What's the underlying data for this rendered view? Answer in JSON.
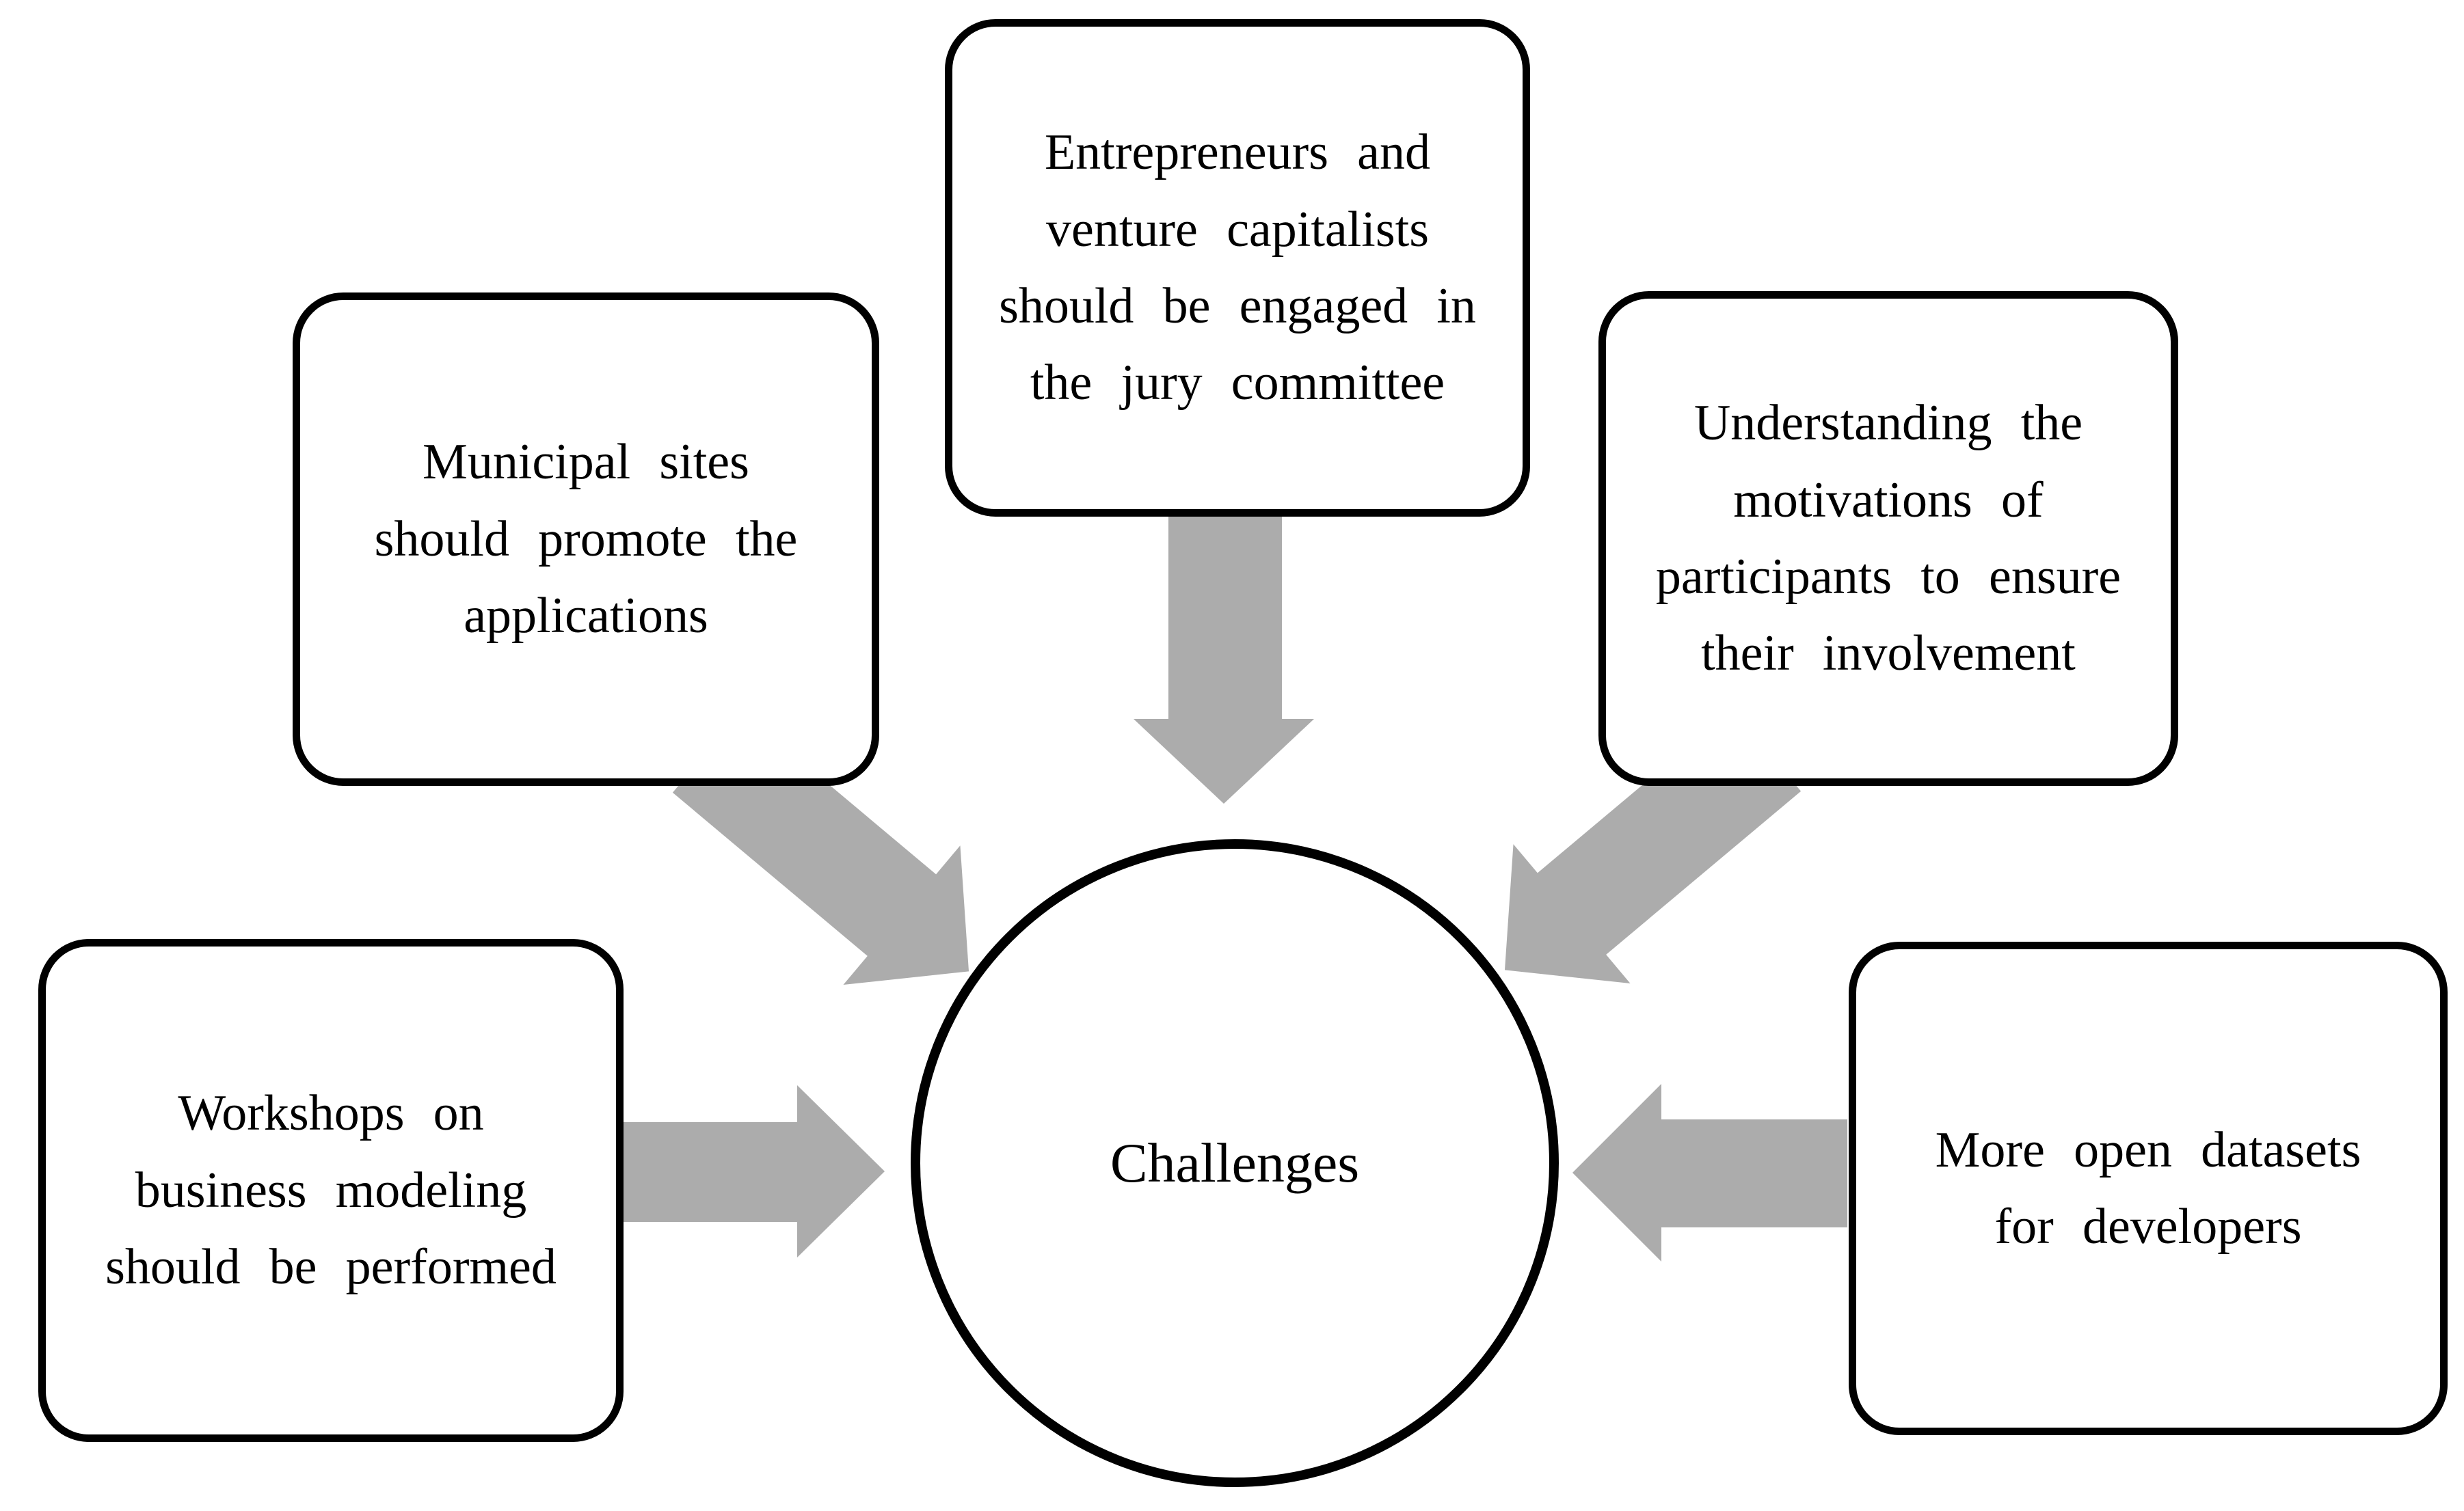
{
  "diagram": {
    "title": "Challenges diagram",
    "center": {
      "id": "challenges",
      "label": "Challenges",
      "shape": "circle"
    },
    "nodes": [
      {
        "id": "municipal-sites",
        "position": "top-left",
        "text": "Municipal sites\nshould promote the\napplications"
      },
      {
        "id": "entrepreneurs",
        "position": "top-center",
        "text": "Entrepreneurs and\nventure capitalists\nshould be engaged in\nthe jury committee"
      },
      {
        "id": "motivations",
        "position": "top-right",
        "text": "Understanding the\nmotivations of\nparticipants to ensure\ntheir involvement"
      },
      {
        "id": "workshops",
        "position": "left",
        "text": "Workshops on\nbusiness modeling\nshould be performed"
      },
      {
        "id": "open-datasets",
        "position": "right",
        "text": "More open datasets\nfor developers"
      }
    ],
    "arrows": [
      {
        "from": "entrepreneurs",
        "to": "challenges",
        "direction": "down"
      },
      {
        "from": "municipal-sites",
        "to": "challenges",
        "direction": "down-right"
      },
      {
        "from": "motivations",
        "to": "challenges",
        "direction": "down-left"
      },
      {
        "from": "workshops",
        "to": "challenges",
        "direction": "right"
      },
      {
        "from": "open-datasets",
        "to": "challenges",
        "direction": "left"
      }
    ],
    "colors": {
      "arrow_fill": "#ACACAC",
      "node_border": "#000000",
      "node_background": "#FFFFFF",
      "text": "#000000",
      "page_background": "#FFFFFF"
    }
  }
}
